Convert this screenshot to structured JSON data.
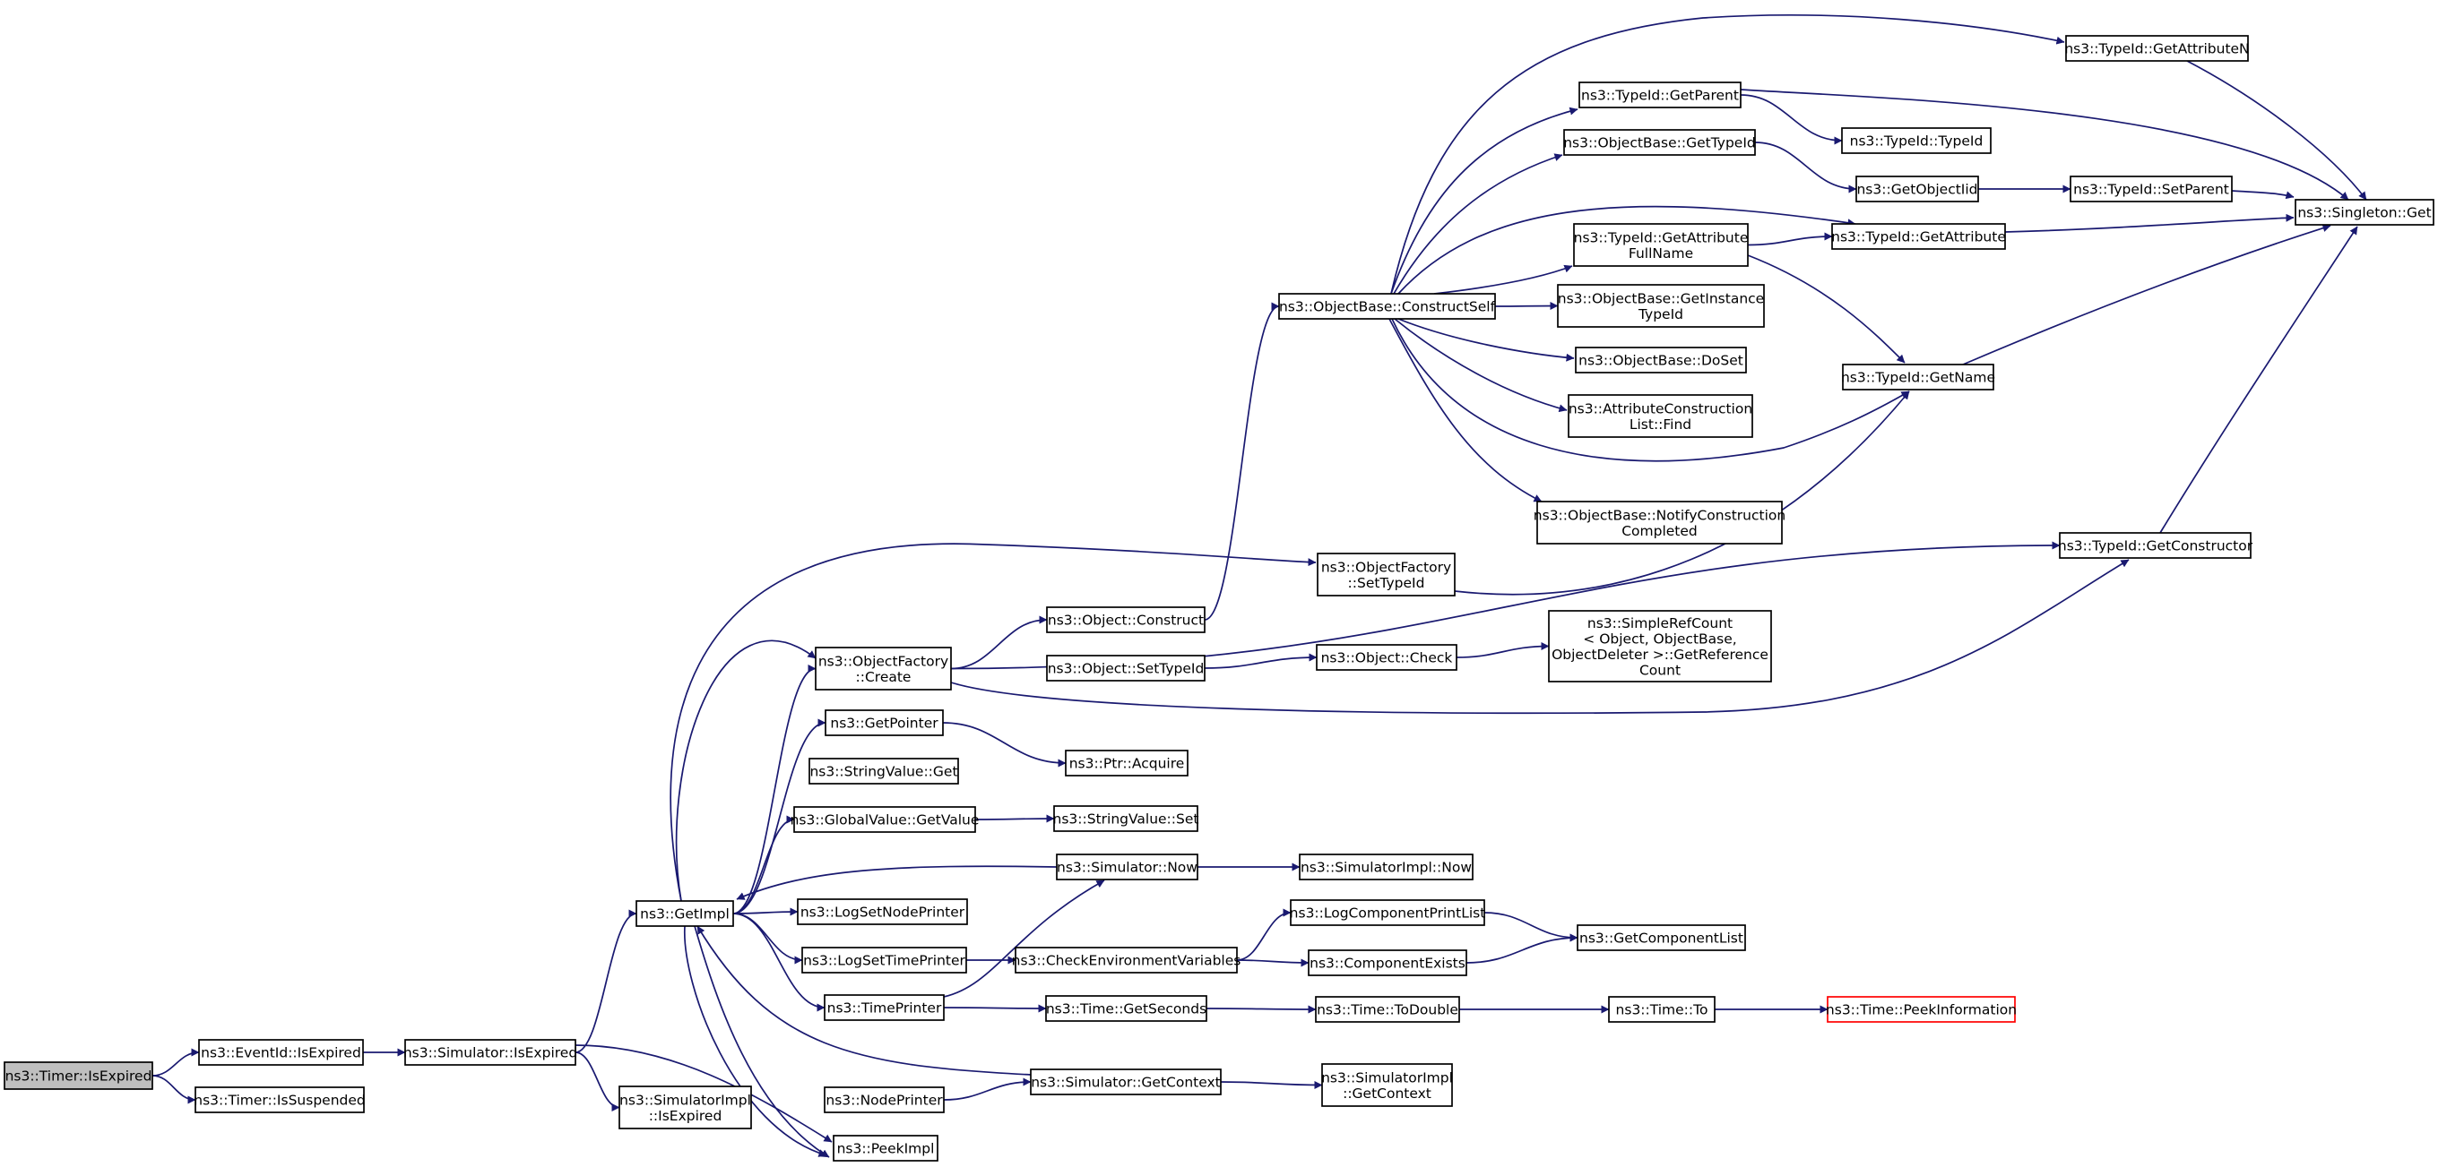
{
  "diagram": {
    "nodes": [
      {
        "id": "timer_isexpired",
        "lines": [
          "ns3::Timer::IsExpired"
        ],
        "style": "root"
      },
      {
        "id": "eventid_isexpired",
        "lines": [
          "ns3::EventId::IsExpired"
        ]
      },
      {
        "id": "timer_issuspended",
        "lines": [
          "ns3::Timer::IsSuspended"
        ]
      },
      {
        "id": "simulator_isexpired",
        "lines": [
          "ns3::Simulator::IsExpired"
        ]
      },
      {
        "id": "simulatorimpl_isexpired",
        "lines": [
          "ns3::SimulatorImpl",
          "::IsExpired"
        ]
      },
      {
        "id": "getimpl",
        "lines": [
          "ns3::GetImpl"
        ]
      },
      {
        "id": "peekimpl",
        "lines": [
          "ns3::PeekImpl"
        ]
      },
      {
        "id": "objectfactory_create",
        "lines": [
          "ns3::ObjectFactory",
          "::Create"
        ]
      },
      {
        "id": "getpointer",
        "lines": [
          "ns3::GetPointer"
        ]
      },
      {
        "id": "stringvalue_get",
        "lines": [
          "ns3::StringValue::Get"
        ]
      },
      {
        "id": "globalvalue_getvalue",
        "lines": [
          "ns3::GlobalValue::GetValue"
        ]
      },
      {
        "id": "logsetnodeprinter",
        "lines": [
          "ns3::LogSetNodePrinter"
        ]
      },
      {
        "id": "logsettimeprinter",
        "lines": [
          "ns3::LogSetTimePrinter"
        ]
      },
      {
        "id": "timeprinter",
        "lines": [
          "ns3::TimePrinter"
        ]
      },
      {
        "id": "nodeprinter",
        "lines": [
          "ns3::NodePrinter"
        ]
      },
      {
        "id": "object_construct",
        "lines": [
          "ns3::Object::Construct"
        ]
      },
      {
        "id": "object_settypeid",
        "lines": [
          "ns3::Object::SetTypeId"
        ]
      },
      {
        "id": "ptr_acquire",
        "lines": [
          "ns3::Ptr::Acquire"
        ]
      },
      {
        "id": "stringvalue_set",
        "lines": [
          "ns3::StringValue::Set"
        ]
      },
      {
        "id": "simulator_now",
        "lines": [
          "ns3::Simulator::Now"
        ]
      },
      {
        "id": "checkenvironmentvariables",
        "lines": [
          "ns3::CheckEnvironmentVariables"
        ]
      },
      {
        "id": "time_getseconds",
        "lines": [
          "ns3::Time::GetSeconds"
        ]
      },
      {
        "id": "simulator_getcontext",
        "lines": [
          "ns3::Simulator::GetContext"
        ]
      },
      {
        "id": "objectbase_constructself",
        "lines": [
          "ns3::ObjectBase::ConstructSelf"
        ]
      },
      {
        "id": "objectfactory_settypeid",
        "lines": [
          "ns3::ObjectFactory",
          "::SetTypeId"
        ]
      },
      {
        "id": "object_check",
        "lines": [
          "ns3::Object::Check"
        ]
      },
      {
        "id": "simulatorimpl_now",
        "lines": [
          "ns3::SimulatorImpl::Now"
        ]
      },
      {
        "id": "logcomponentprintlist",
        "lines": [
          "ns3::LogComponentPrintList"
        ]
      },
      {
        "id": "componentexists",
        "lines": [
          "ns3::ComponentExists"
        ]
      },
      {
        "id": "time_todouble",
        "lines": [
          "ns3::Time::ToDouble"
        ]
      },
      {
        "id": "simulatorimpl_getcontext",
        "lines": [
          "ns3::SimulatorImpl",
          "::GetContext"
        ]
      },
      {
        "id": "typeid_getparent",
        "lines": [
          "ns3::TypeId::GetParent"
        ]
      },
      {
        "id": "objectbase_gettypeid",
        "lines": [
          "ns3::ObjectBase::GetTypeId"
        ]
      },
      {
        "id": "typeid_getattributefullname",
        "lines": [
          "ns3::TypeId::GetAttribute",
          "FullName"
        ]
      },
      {
        "id": "objectbase_getinstancetypeid",
        "lines": [
          "ns3::ObjectBase::GetInstance",
          "TypeId"
        ]
      },
      {
        "id": "objectbase_doset",
        "lines": [
          "ns3::ObjectBase::DoSet"
        ]
      },
      {
        "id": "attributeconstructionlist_find",
        "lines": [
          "ns3::AttributeConstruction",
          "List::Find"
        ]
      },
      {
        "id": "objectbase_notifyconstructioncompleted",
        "lines": [
          "ns3::ObjectBase::NotifyConstruction",
          "Completed"
        ]
      },
      {
        "id": "simplerefcount_getreferencecount",
        "lines": [
          "ns3::SimpleRefCount",
          "< Object, ObjectBase,",
          " ObjectDeleter >::GetReference",
          "Count"
        ]
      },
      {
        "id": "getcomponentlist",
        "lines": [
          "ns3::GetComponentList"
        ]
      },
      {
        "id": "time_to",
        "lines": [
          "ns3::Time::To"
        ]
      },
      {
        "id": "typeid_getattributen",
        "lines": [
          "ns3::TypeId::GetAttributeN"
        ]
      },
      {
        "id": "typeid_typeid",
        "lines": [
          "ns3::TypeId::TypeId"
        ]
      },
      {
        "id": "getobjectiid",
        "lines": [
          "ns3::GetObjectIid"
        ]
      },
      {
        "id": "typeid_getattribute",
        "lines": [
          "ns3::TypeId::GetAttribute"
        ]
      },
      {
        "id": "typeid_getname",
        "lines": [
          "ns3::TypeId::GetName"
        ]
      },
      {
        "id": "typeid_getconstructor",
        "lines": [
          "ns3::TypeId::GetConstructor"
        ]
      },
      {
        "id": "time_peekinformation",
        "lines": [
          "ns3::Time::PeekInformation"
        ],
        "style": "missing"
      },
      {
        "id": "typeid_setparent",
        "lines": [
          "ns3::TypeId::SetParent"
        ]
      },
      {
        "id": "singleton_get",
        "lines": [
          "ns3::Singleton::Get"
        ]
      }
    ],
    "edges": [
      [
        "timer_isexpired",
        "eventid_isexpired"
      ],
      [
        "timer_isexpired",
        "timer_issuspended"
      ],
      [
        "eventid_isexpired",
        "simulator_isexpired"
      ],
      [
        "simulator_isexpired",
        "getimpl"
      ],
      [
        "simulator_isexpired",
        "simulatorimpl_isexpired"
      ],
      [
        "simulator_isexpired",
        "peekimpl"
      ],
      [
        "getimpl",
        "objectfactory_create"
      ],
      [
        "getimpl",
        "getpointer"
      ],
      [
        "getimpl",
        "stringvalue_get"
      ],
      [
        "getimpl",
        "globalvalue_getvalue"
      ],
      [
        "getimpl",
        "logsetnodeprinter"
      ],
      [
        "getimpl",
        "logsettimeprinter"
      ],
      [
        "getimpl",
        "timeprinter"
      ],
      [
        "getimpl",
        "nodeprinter"
      ],
      [
        "getimpl",
        "peekimpl"
      ],
      [
        "getimpl",
        "objectfactory_settypeid"
      ],
      [
        "simulator_now",
        "getimpl"
      ],
      [
        "simulator_getcontext",
        "getimpl"
      ],
      [
        "timeprinter",
        "simulator_now"
      ],
      [
        "timeprinter",
        "time_getseconds"
      ],
      [
        "nodeprinter",
        "simulator_getcontext"
      ],
      [
        "objectfactory_create",
        "object_construct"
      ],
      [
        "objectfactory_create",
        "object_settypeid"
      ],
      [
        "objectfactory_create",
        "typeid_getconstructor"
      ],
      [
        "getpointer",
        "ptr_acquire"
      ],
      [
        "globalvalue_getvalue",
        "stringvalue_set"
      ],
      [
        "logsettimeprinter",
        "checkenvironmentvariables"
      ],
      [
        "simulator_now",
        "simulatorimpl_now"
      ],
      [
        "checkenvironmentvariables",
        "logcomponentprintlist"
      ],
      [
        "checkenvironmentvariables",
        "componentexists"
      ],
      [
        "logcomponentprintlist",
        "getcomponentlist"
      ],
      [
        "componentexists",
        "getcomponentlist"
      ],
      [
        "time_getseconds",
        "time_todouble"
      ],
      [
        "time_todouble",
        "time_to"
      ],
      [
        "time_to",
        "time_peekinformation"
      ],
      [
        "simulator_getcontext",
        "simulatorimpl_getcontext"
      ],
      [
        "object_construct",
        "objectbase_constructself"
      ],
      [
        "object_settypeid",
        "object_check"
      ],
      [
        "object_check",
        "simplerefcount_getreferencecount"
      ],
      [
        "objectfactory_settypeid",
        "typeid_getname"
      ],
      [
        "objectbase_constructself",
        "typeid_getattributen"
      ],
      [
        "objectbase_constructself",
        "typeid_getparent"
      ],
      [
        "objectbase_constructself",
        "objectbase_gettypeid"
      ],
      [
        "objectbase_constructself",
        "typeid_getattribute"
      ],
      [
        "objectbase_constructself",
        "typeid_getattributefullname"
      ],
      [
        "objectbase_constructself",
        "objectbase_getinstancetypeid"
      ],
      [
        "objectbase_constructself",
        "objectbase_doset"
      ],
      [
        "objectbase_constructself",
        "attributeconstructionlist_find"
      ],
      [
        "objectbase_constructself",
        "objectbase_notifyconstructioncompleted"
      ],
      [
        "objectbase_constructself",
        "typeid_getname"
      ],
      [
        "typeid_getparent",
        "typeid_typeid"
      ],
      [
        "typeid_getparent",
        "singleton_get"
      ],
      [
        "objectbase_gettypeid",
        "getobjectiid"
      ],
      [
        "getobjectiid",
        "typeid_setparent"
      ],
      [
        "typeid_setparent",
        "singleton_get"
      ],
      [
        "typeid_getattributefullname",
        "typeid_getattribute"
      ],
      [
        "typeid_getattributefullname",
        "typeid_getname"
      ],
      [
        "typeid_getattribute",
        "singleton_get"
      ],
      [
        "typeid_getname",
        "singleton_get"
      ],
      [
        "typeid_getattributen",
        "singleton_get"
      ],
      [
        "typeid_getconstructor",
        "singleton_get"
      ]
    ]
  }
}
